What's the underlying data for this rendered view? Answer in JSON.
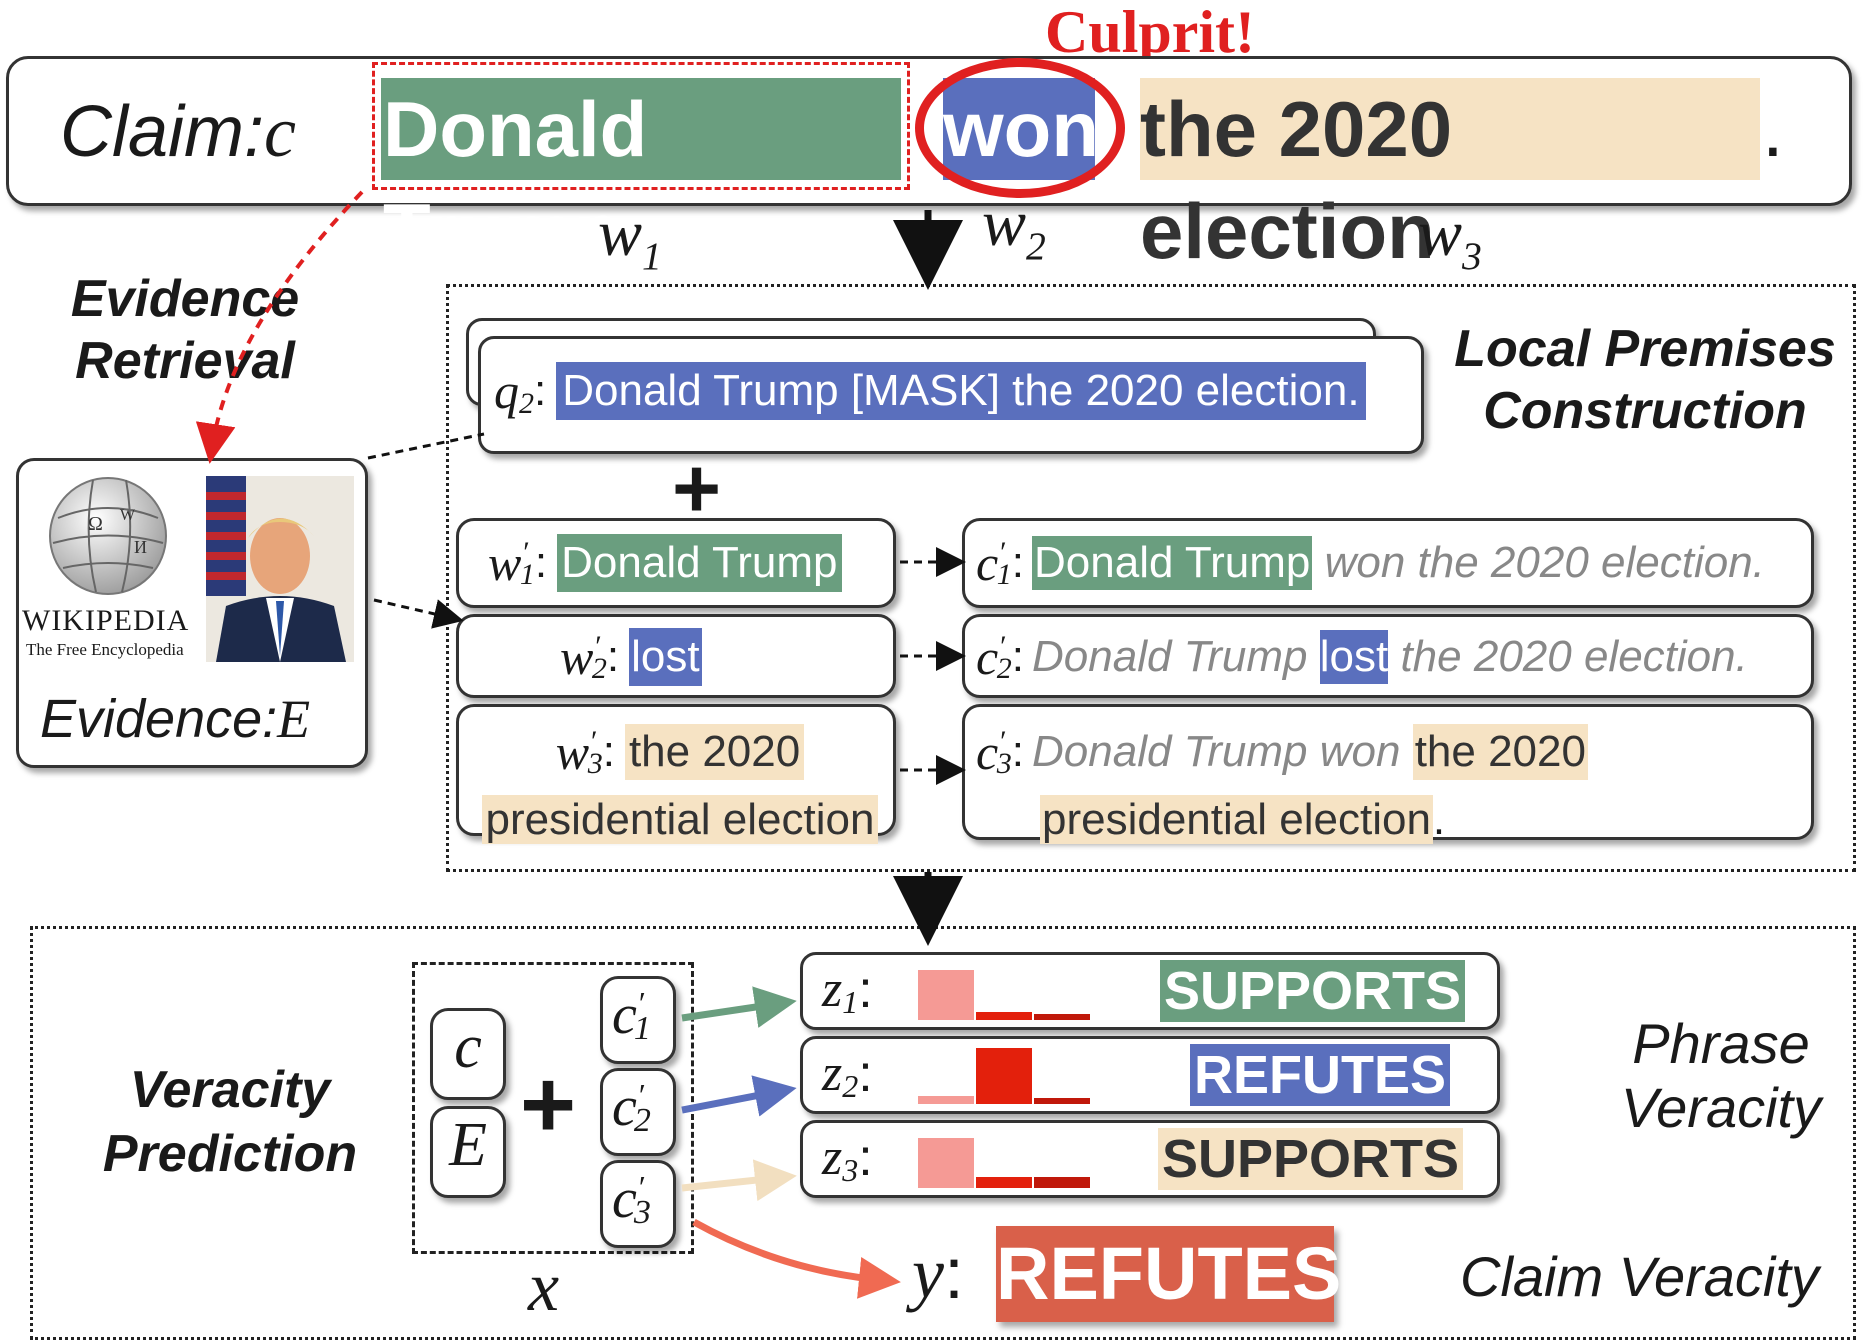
{
  "culprit": "Culprit!",
  "claim": {
    "prefix": "Claim: ",
    "var": "c",
    "w1": "Donald Trump",
    "w2": "won",
    "w3": "the 2020 election",
    "end": "."
  },
  "word_labels": [
    "w",
    "1",
    "w",
    "2",
    "w",
    "3"
  ],
  "evidence_retrieval": [
    "Evidence",
    "Retrieval"
  ],
  "evidence": {
    "wiki_name": "WIKIPEDIA",
    "wiki_sub": "The Free Encyclopedia",
    "label": "Evidence: ",
    "var": "E"
  },
  "local_premises": [
    "Local Premises",
    "Construction"
  ],
  "query": {
    "var": "q",
    "sub": "2",
    "text": "Donald Trump [MASK] the 2020 election."
  },
  "plus": "+",
  "phrases": [
    {
      "var": "w",
      "sub": "1",
      "text": "Donald Trump"
    },
    {
      "var": "w",
      "sub": "2",
      "text": "lost"
    },
    {
      "var": "w",
      "sub": "3",
      "text1": "the 2020",
      "text2": "presidential election"
    }
  ],
  "premises": [
    {
      "var": "c",
      "sub": "1",
      "hl": "Donald Trump",
      "rest": " won the 2020 election."
    },
    {
      "var": "c",
      "sub": "2",
      "pre": "Donald Trump ",
      "hl": "lost",
      "rest": " the 2020 election."
    },
    {
      "var": "c",
      "sub": "3",
      "pre": "Donald Trump won ",
      "hl1": "the 2020",
      "hl2": "presidential election",
      "end": "."
    }
  ],
  "veracity_prediction": [
    "Veracity",
    "Prediction"
  ],
  "x_label": "x",
  "inputs": [
    "c",
    "E"
  ],
  "premise_vars": [
    {
      "var": "c",
      "sub": "1"
    },
    {
      "var": "c",
      "sub": "2"
    },
    {
      "var": "c",
      "sub": "3"
    }
  ],
  "z_rows": [
    {
      "var": "z",
      "sub": "1",
      "label": "SUPPORTS",
      "bars": [
        0.9,
        0.15,
        0.1
      ]
    },
    {
      "var": "z",
      "sub": "2",
      "label": "REFUTES",
      "bars": [
        0.15,
        1.0,
        0.1
      ]
    },
    {
      "var": "z",
      "sub": "3",
      "label": "SUPPORTS",
      "bars": [
        0.9,
        0.2,
        0.2
      ]
    }
  ],
  "phrase_veracity": [
    "Phrase",
    "Veracity"
  ],
  "y": {
    "var": "y",
    "label": "REFUTES"
  },
  "claim_veracity": "Claim Veracity",
  "colors": {
    "green": "#6a9e7f",
    "blue": "#5a6fbd",
    "orange": "#f6e3c4",
    "red": "#e02020",
    "bar_light": "#f59a95",
    "bar_dark": "#e3200c",
    "bar_darker": "#c0180a",
    "y_bg": "#d9604a"
  }
}
